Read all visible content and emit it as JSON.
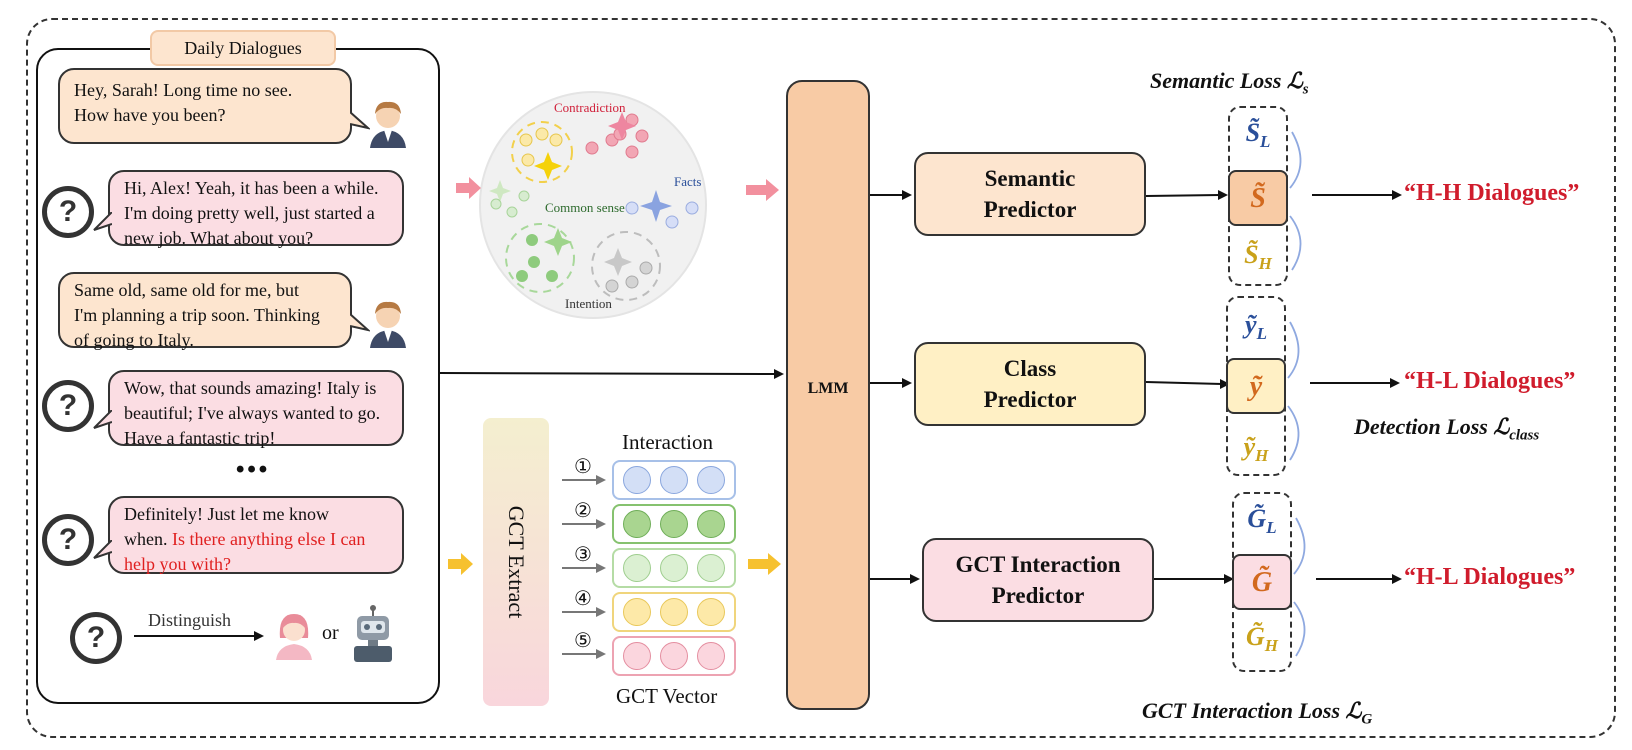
{
  "panel": {
    "title": "Daily Dialogues",
    "dialogues": [
      {
        "line1": "Hey, Sarah! Long time no see.",
        "line2": "How have you been?"
      },
      {
        "line1": "Hi, Alex! Yeah, it has been a while.",
        "line2": "I'm doing pretty well, just started a",
        "line3": "new job. What about you?"
      },
      {
        "line1": "Same old, same old for me, but",
        "line2": "I'm planning a trip soon. Thinking",
        "line3": "of going to Italy."
      },
      {
        "line1": "Wow, that sounds amazing! Italy is",
        "line2": "beautiful; I've always wanted to go.",
        "line3": "Have a fantastic trip!"
      },
      {
        "line1": "Definitely! Just let me know",
        "line2a": "when. ",
        "line2b": "Is there anything else I can",
        "line3": "help you with?"
      }
    ],
    "ellipsis": "•••",
    "qmark": "?",
    "distinguish": "Distinguish",
    "or": "or"
  },
  "knowledge": {
    "contradiction": "Contradiction",
    "facts": "Facts",
    "common_sense": "Common sense",
    "intention": "Intention"
  },
  "gct": {
    "extract": "GCT Extract",
    "interaction": "Interaction",
    "vector": "GCT Vector",
    "numbers": [
      "①",
      "②",
      "③",
      "④",
      "⑤"
    ]
  },
  "lmm": "LMM",
  "predictors": {
    "semantic_l1": "Semantic",
    "semantic_l2": "Predictor",
    "class_l1": "Class",
    "class_l2": "Predictor",
    "gct_l1": "GCT Interaction",
    "gct_l2": "Predictor"
  },
  "symbols": {
    "s_base": "S̃",
    "L": "L",
    "H": "H",
    "y_base": "ỹ",
    "g_base": "G̃"
  },
  "outputs": {
    "o1": "“H-H Dialogues”",
    "o2": "“H-L Dialogues”",
    "o3": "“H-L Dialogues”"
  },
  "losses": {
    "semantic": "Semantic Loss ",
    "semantic_sym": "ℒ",
    "semantic_sub": "s",
    "detection": "Detection Loss ",
    "detection_sym": "ℒ",
    "detection_sub": "class",
    "gct": "GCT Interaction Loss ",
    "gct_sym": "ℒ",
    "gct_sub": "G"
  },
  "colors": {
    "peach": "#fde5cf",
    "pink": "#fbdde3",
    "lmm": "#f8cba5",
    "output_red": "#d01c2c",
    "semantic_pred": "#fde5cf",
    "class_pred": "#fff0c5",
    "gct_pred": "#fbdde3",
    "blue_sub": "#2a4f9a",
    "gold_sub": "#c9a11a",
    "orange_mid": "#d2691e"
  }
}
